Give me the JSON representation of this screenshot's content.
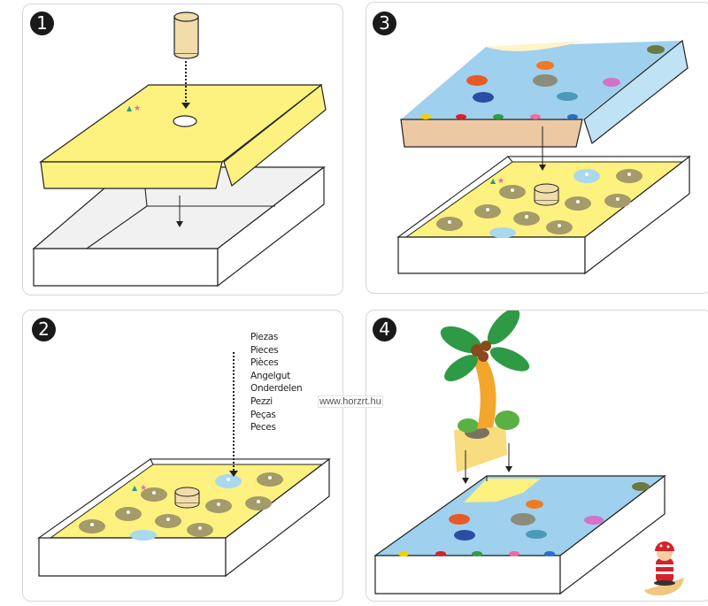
{
  "document": {
    "type": "assembly-instructions",
    "steps": [
      {
        "number": "1",
        "description": "Insert wooden peg through hole in yellow insert, place insert into box"
      },
      {
        "number": "2",
        "description": "Place pieces on the yellow board"
      },
      {
        "number": "3",
        "description": "Place sea board lid on top of the box"
      },
      {
        "number": "4",
        "description": "Insert palm tree island into board, add pirate figure"
      }
    ],
    "parts_label_translations": [
      "Piezas",
      "Pieces",
      "Pièces",
      "Angelgut",
      "Onderdelen",
      "Pezzi",
      "Peças",
      "Peces"
    ],
    "watermark": "www.horzrt.hu"
  },
  "colors": {
    "badge": "#1a1a1a",
    "yellow_board": "#fdf17f",
    "disc_olive": "#a49a6a",
    "disc_blue": "#a9d8ef",
    "peg_tan": "#f1dcaa",
    "sea": "#9fd0ee",
    "sand_edge": "#ecc9a3",
    "palm_green": "#2f9a45",
    "trunk": "#f2a72c",
    "pirate_red": "#d8202a"
  }
}
